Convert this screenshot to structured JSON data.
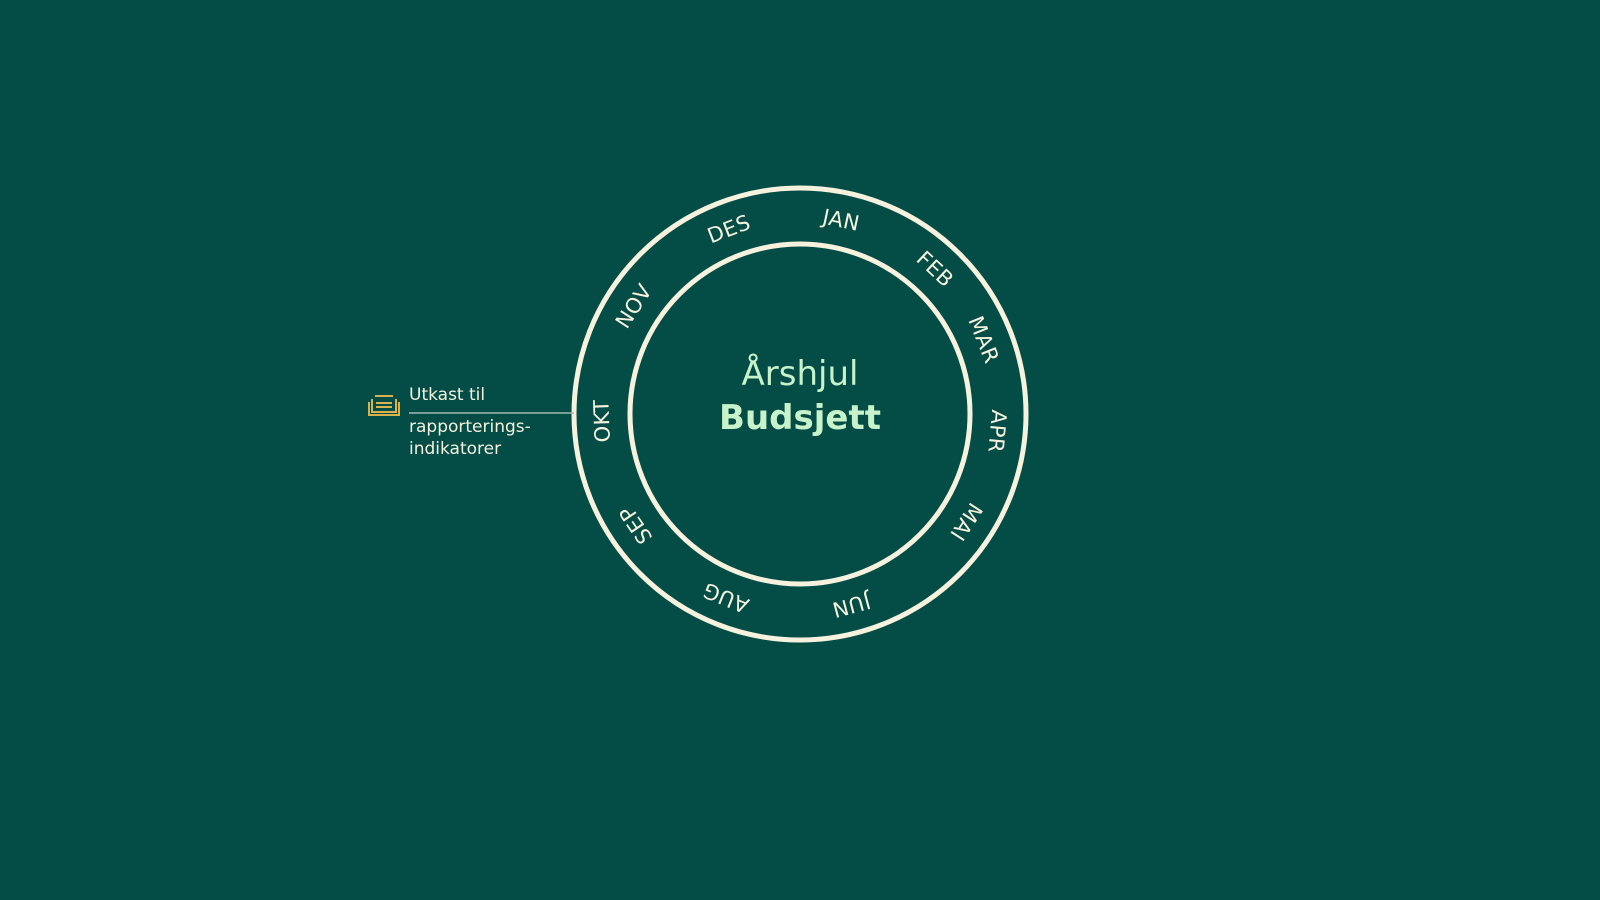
{
  "wheel": {
    "title_line_1": "Årshjul",
    "title_line_2": "Budsjett",
    "months": [
      "JAN",
      "FEB",
      "MAR",
      "APR",
      "MAI",
      "JUN",
      "AUG",
      "SEP",
      "OKT",
      "NOV",
      "DES"
    ]
  },
  "annotation": {
    "icon": "stacked-documents-icon",
    "text_line_1": "Utkast til",
    "text_line_2": "rapporterings-",
    "text_line_3": "indikatorer"
  },
  "colors": {
    "background": "#034d46",
    "ring": "#f6f2de",
    "title": "#c8f2c9",
    "icon": "#d9b24c",
    "connector": "#9fb9b2"
  }
}
